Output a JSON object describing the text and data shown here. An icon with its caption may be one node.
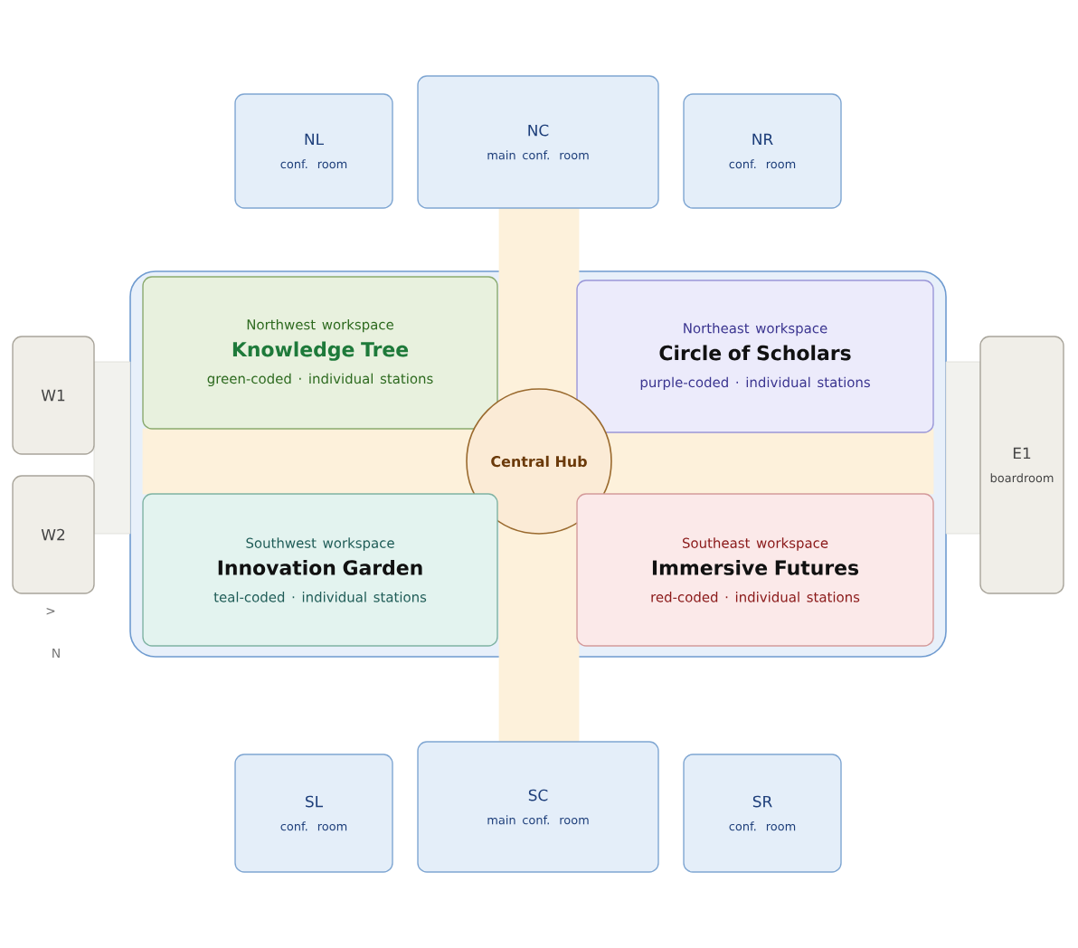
{
  "diagram": {
    "nodes": [
      {
        "text": [
          "NL",
          "conf. room"
        ]
      },
      {
        "text": [
          "NC",
          "main conf. room"
        ]
      },
      {
        "text": [
          "NR",
          "conf. room"
        ]
      },
      {
        "text": [],
        "shape": "box"
      },
      {
        "text": [
          "Northwest workspace",
          "Knowledge Tree",
          "green-coded · individual stations"
        ],
        "in": 3
      },
      {
        "text": [
          "Northeast workspace",
          "Circle of Scholars",
          "purple-coded · individual stations"
        ],
        "in": 3
      },
      {
        "text": [
          "Central Hub"
        ],
        "in": 3
      },
      {
        "text": [
          "Southwest workspace",
          "Innovation Garden",
          "teal-coded · individual stations"
        ],
        "in": 3
      },
      {
        "text": [
          "Southeast workspace",
          "Immersive Futures",
          "red-coded · individual stations"
        ],
        "in": 3
      },
      {
        "text": [
          "W1"
        ]
      },
      {
        "text": [
          "E1",
          "boardroom"
        ]
      },
      {
        "text": [
          "W2"
        ]
      },
      {
        "text": [
          "SL",
          "conf. room"
        ]
      },
      {
        "text": [
          "SC",
          "main conf. room"
        ]
      },
      {
        "text": [
          "SR",
          "conf. room"
        ]
      },
      {
        "text": [],
        "shape": "bar"
      },
      {
        "text": [],
        "shape": "bar"
      },
      {
        "text": [],
        "shape": "bar"
      },
      {
        "text": [],
        "shape": "bar",
        "in": 3
      }
    ],
    "edges": [],
    "labels": [
      ">",
      "N"
    ]
  }
}
